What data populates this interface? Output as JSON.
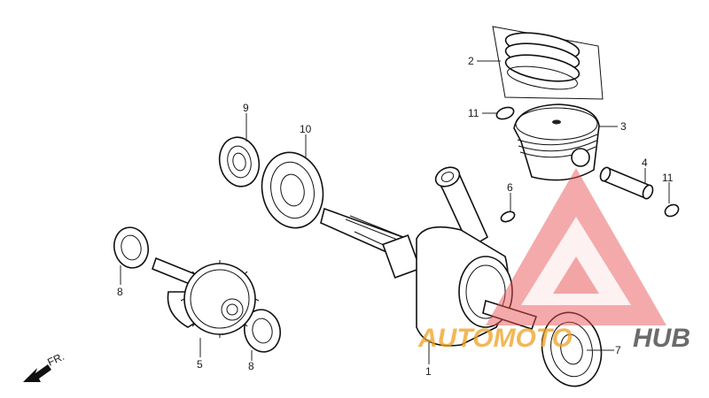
{
  "callouts": [
    {
      "id": "c1",
      "text": "1"
    },
    {
      "id": "c2",
      "text": "2"
    },
    {
      "id": "c3",
      "text": "3"
    },
    {
      "id": "c4",
      "text": "4"
    },
    {
      "id": "c5",
      "text": "5"
    },
    {
      "id": "c6",
      "text": "6"
    },
    {
      "id": "c7",
      "text": "7"
    },
    {
      "id": "c8a",
      "text": "8"
    },
    {
      "id": "c8b",
      "text": "8"
    },
    {
      "id": "c9",
      "text": "9"
    },
    {
      "id": "c10",
      "text": "10"
    },
    {
      "id": "c11a",
      "text": "11"
    },
    {
      "id": "c11b",
      "text": "11"
    }
  ],
  "front_marker": "FR.",
  "watermark": {
    "text_left": "AUTOMOTO",
    "text_right": "HUB",
    "color_orange": "#f0a020",
    "color_red": "#e85050",
    "color_dark": "#3a3a3a"
  }
}
